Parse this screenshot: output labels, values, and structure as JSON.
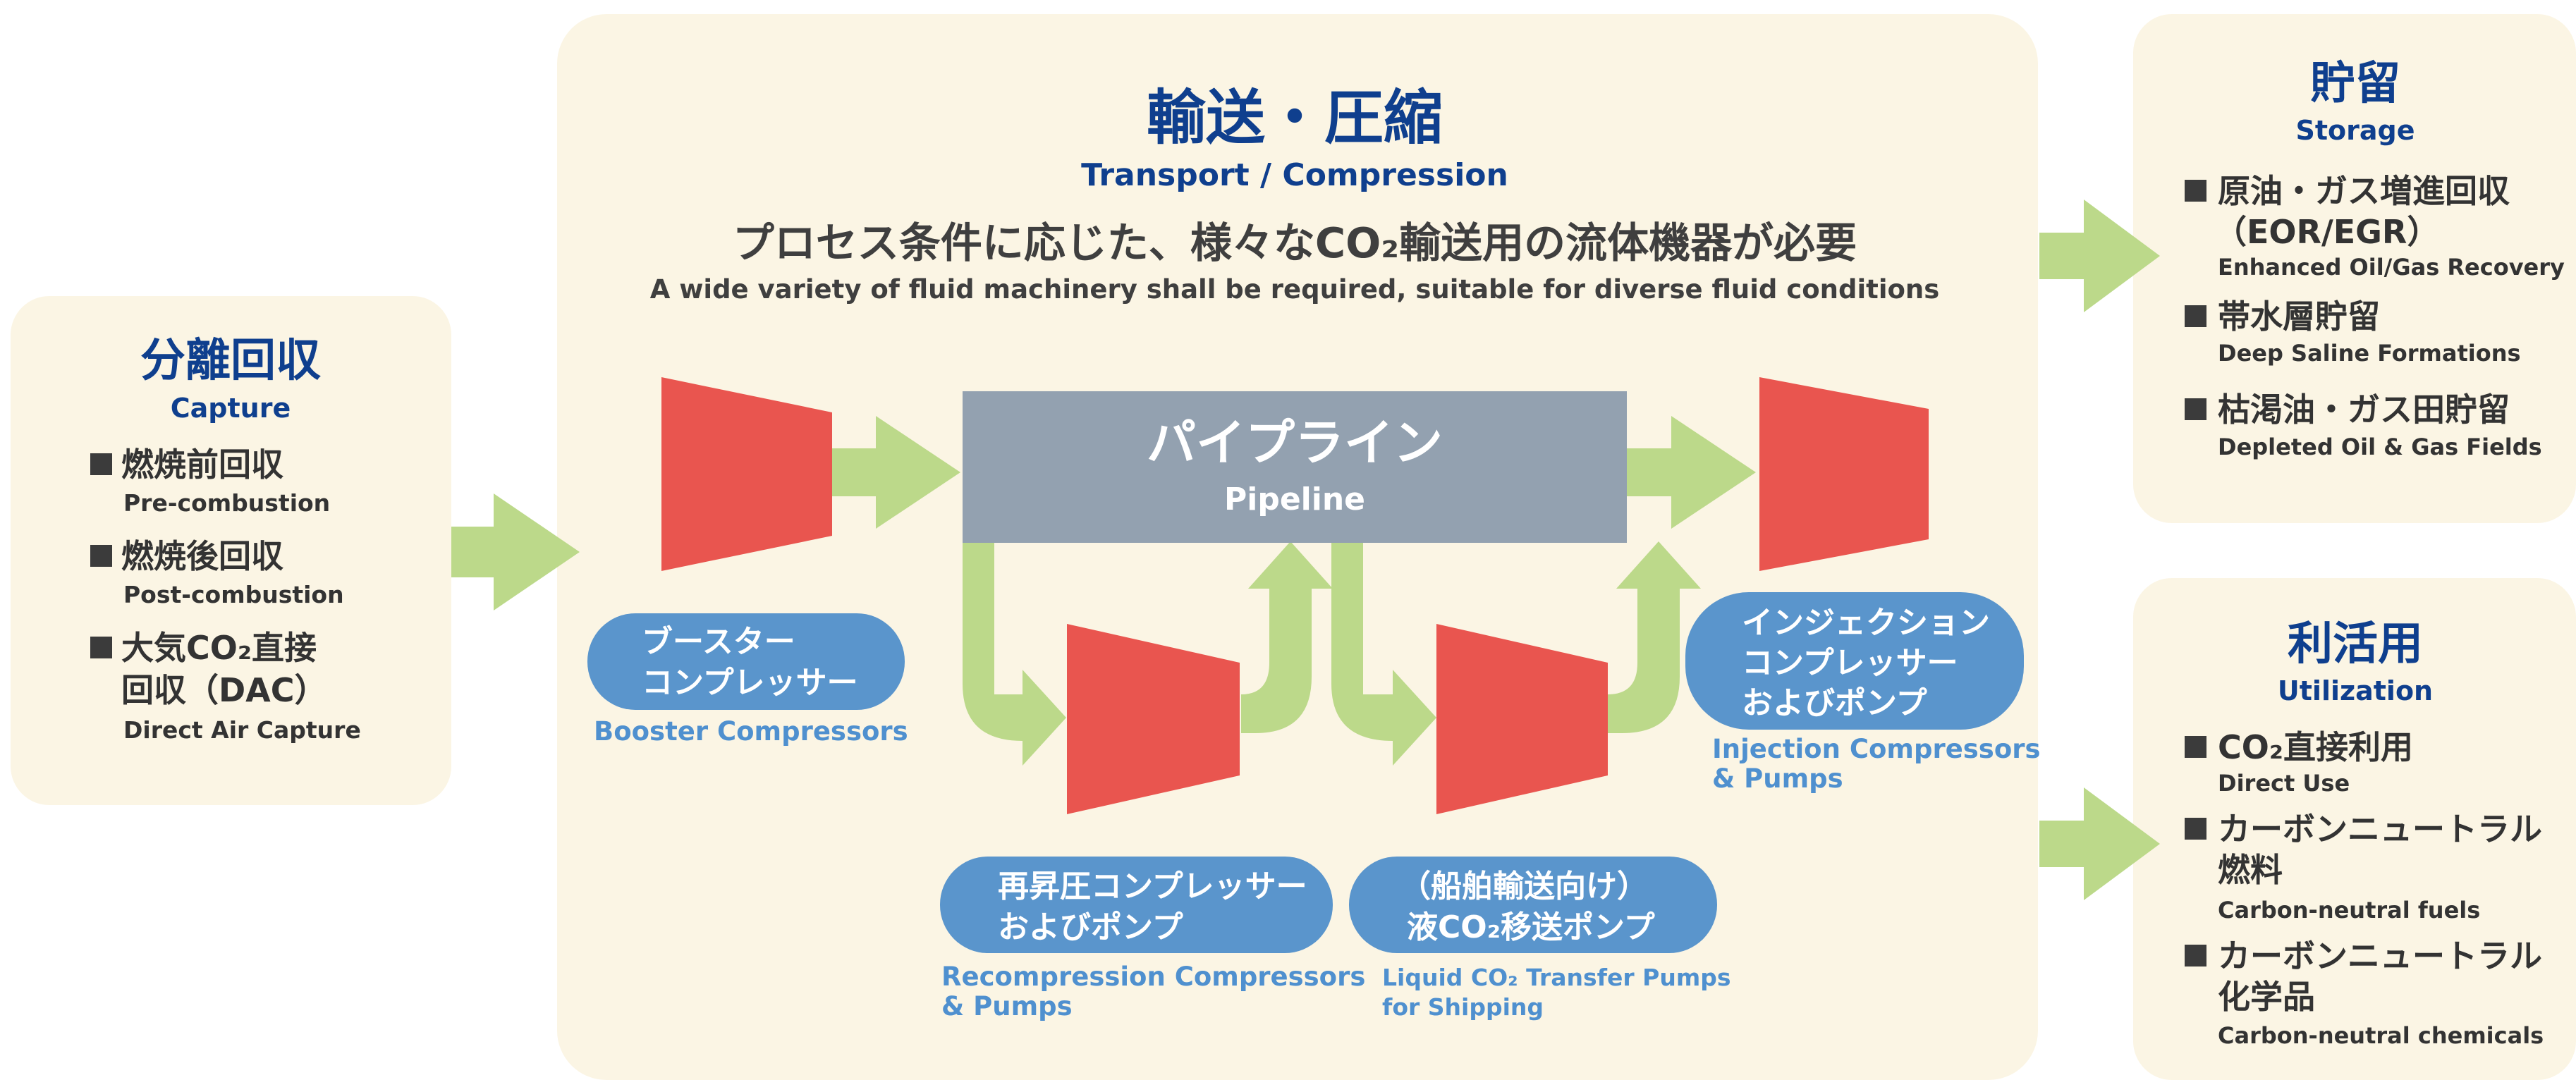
{
  "capture": {
    "title": "分離回収",
    "subtitle": "Capture",
    "items": [
      {
        "jp": [
          "燃焼前回収"
        ],
        "en": "Pre-combustion"
      },
      {
        "jp": [
          "燃焼後回収"
        ],
        "en": "Post-combustion"
      },
      {
        "jp": [
          "大気CO₂直接",
          "回収（DAC）"
        ],
        "en": "Direct Air Capture"
      }
    ]
  },
  "transport": {
    "title": "輸送・圧縮",
    "subtitle": "Transport / Compression",
    "headline_jp": "プロセス条件に応じた、様々なCO₂輸送用の流体機器が必要",
    "headline_en": "A wide variety of fluid machinery shall be required, suitable for diverse fluid conditions",
    "pipeline": {
      "jp": "パイプライン",
      "en": "Pipeline"
    },
    "equipment": [
      {
        "jp": [
          "ブースター",
          "コンプレッサー"
        ],
        "en": [
          "Booster Compressors"
        ]
      },
      {
        "jp": [
          "再昇圧コンプレッサー",
          "およびポンプ"
        ],
        "en": [
          "Recompression Compressors",
          "& Pumps"
        ]
      },
      {
        "jp": [
          "（船舶輸送向け）",
          "液CO₂移送ポンプ"
        ],
        "en": [
          "Liquid CO₂ Transfer Pumps",
          "for Shipping"
        ]
      },
      {
        "jp": [
          "インジェクション",
          "コンプレッサー",
          "およびポンプ"
        ],
        "en": [
          "Injection Compressors",
          "& Pumps"
        ]
      }
    ]
  },
  "storage": {
    "title": "貯留",
    "subtitle": "Storage",
    "items": [
      {
        "jp": [
          "原油・ガス増進回収",
          "（EOR/EGR）"
        ],
        "en": "Enhanced Oil/Gas Recovery"
      },
      {
        "jp": [
          "帯水層貯留"
        ],
        "en": "Deep Saline Formations"
      },
      {
        "jp": [
          "枯渇油・ガス田貯留"
        ],
        "en": "Depleted Oil & Gas Fields"
      }
    ]
  },
  "utilization": {
    "title": "利活用",
    "subtitle": "Utilization",
    "items": [
      {
        "jp": [
          "CO₂直接利用"
        ],
        "en": "Direct Use"
      },
      {
        "jp": [
          "カーボンニュートラル",
          "燃料"
        ],
        "en": "Carbon-neutral fuels"
      },
      {
        "jp": [
          "カーボンニュートラル",
          "化学品"
        ],
        "en": "Carbon-neutral chemicals"
      }
    ]
  },
  "colors": {
    "panel": "#fbf5e4",
    "arrow": "#bcd98a",
    "machine": "#e9554f",
    "pill": "#5a95cc",
    "pipeline": "#93a1b0",
    "title": "#0f3f8e"
  }
}
